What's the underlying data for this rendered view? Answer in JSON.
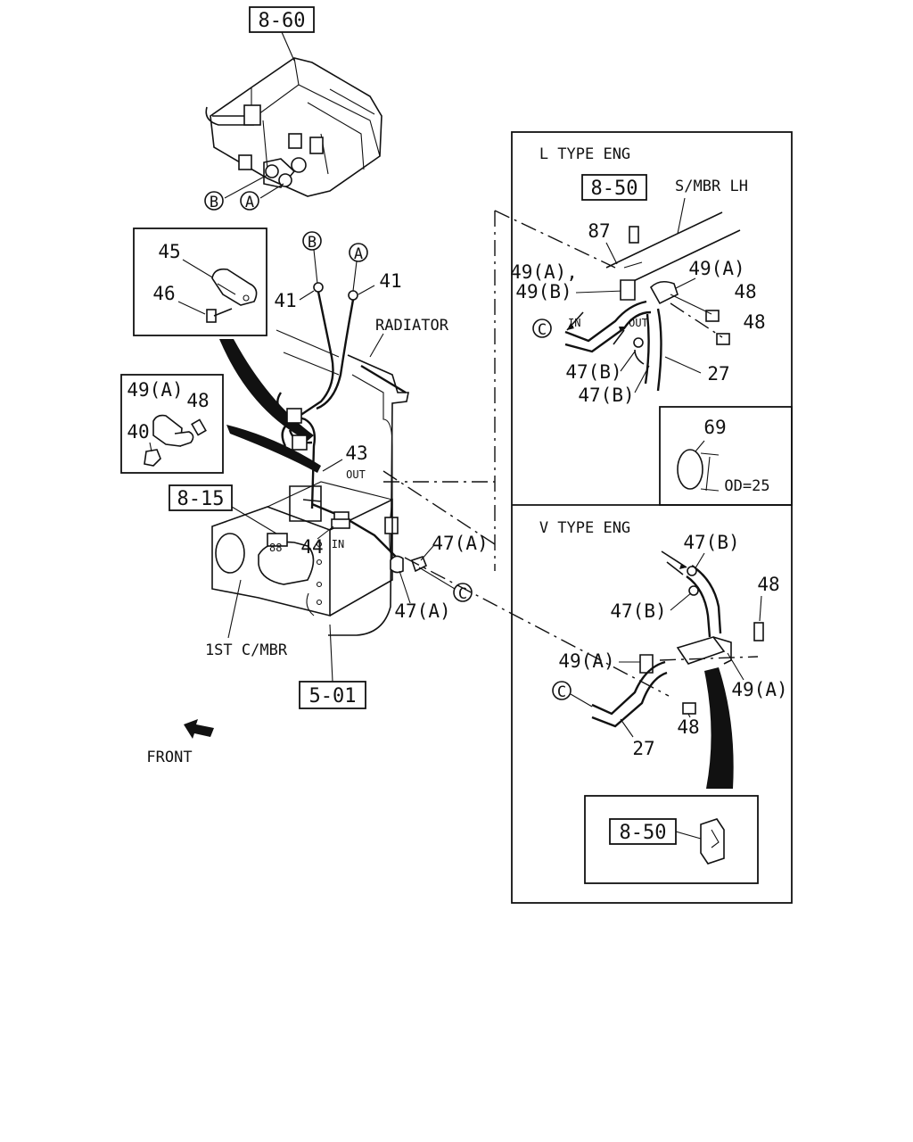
{
  "refs": {
    "r860": "8-60",
    "r850_top": "8-50",
    "r815": "8-15",
    "r501": "5-01",
    "r850_bot": "8-50"
  },
  "labels": {
    "radiator": "RADIATOR",
    "s_mbr_lh": "S/MBR LH",
    "first_c_mbr": "1ST C/MBR",
    "front": "FRONT",
    "l_type": "L TYPE ENG",
    "v_type": "V TYPE ENG",
    "od": "OD=25",
    "in1": "IN",
    "out1": "OUT",
    "in2": "IN",
    "out2": "OUT"
  },
  "callouts": {
    "a_top": "A",
    "b_top": "B",
    "b_mid": "B",
    "a_mid": "A",
    "c_mid": "C",
    "c_l": "C",
    "c_v": "C"
  },
  "parts": {
    "p45": "45",
    "p46": "46",
    "p41a": "41",
    "p41b": "41",
    "p49a_d": "49(A)",
    "p48_d": "48",
    "p40": "40",
    "p43": "43",
    "p44": "44",
    "p47a_1": "47(A)",
    "p47a_2": "47(A)",
    "p87": "87",
    "p49a_l1": "49(A),",
    "p49b_l": "49(B)",
    "p49a_l2": "49(A)",
    "p48_l1": "48",
    "p48_l2": "48",
    "p47b_l1": "47(B)",
    "p47b_l2": "47(B)",
    "p27_l": "27",
    "p69": "69",
    "p47b_v1": "47(B)",
    "p47b_v2": "47(B)",
    "p48_v1": "48",
    "p49a_v1": "49(A)",
    "p49a_v2": "49(A)",
    "p48_v2": "48",
    "p27_v": "27"
  }
}
